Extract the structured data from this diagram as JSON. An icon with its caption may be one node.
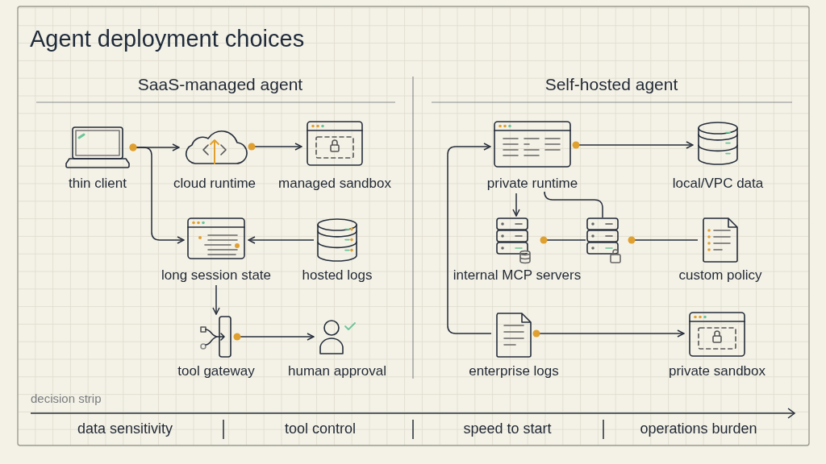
{
  "diagram": {
    "title": "Agent deployment choices",
    "nodes": [
      {
        "text": [
          "thin client"
        ]
      },
      {
        "text": [
          "cloud runtime"
        ]
      },
      {
        "text": [
          "managed sandbox"
        ]
      },
      {
        "text": [
          "long session state"
        ]
      },
      {
        "text": [
          "hosted logs"
        ]
      },
      {
        "text": [
          "tool gateway"
        ]
      },
      {
        "text": [
          "human approval"
        ]
      },
      {
        "text": [
          "private runtime"
        ]
      },
      {
        "text": [
          "local/VPC data"
        ]
      },
      {
        "text": [
          "internal MCP servers"
        ]
      },
      {
        "text": [],
        "shape": "picture"
      },
      {
        "text": [
          "custom policy"
        ]
      },
      {
        "text": [
          "enterprise logs"
        ]
      },
      {
        "text": [
          "private sandbox"
        ]
      }
    ],
    "edges": [
      {
        "from": 0,
        "to": 1,
        "arrow": "to"
      },
      {
        "from": 0,
        "to": 3,
        "arrow": "to"
      },
      {
        "from": 1,
        "to": 2,
        "arrow": "to"
      },
      {
        "from": 4,
        "to": 3,
        "arrow": "to"
      },
      {
        "from": 3,
        "to": 5,
        "arrow": "to"
      },
      {
        "from": 5,
        "to": 6,
        "arrow": "to"
      },
      {
        "from": 7,
        "to": 8,
        "arrow": "to"
      },
      {
        "from": 7,
        "to": 9,
        "arrow": "to"
      },
      {
        "from": 10,
        "to": 7,
        "arrow": "none"
      },
      {
        "from": 10,
        "to": 9,
        "arrow": "other"
      },
      {
        "from": 11,
        "to": 10,
        "arrow": "other"
      },
      {
        "from": 12,
        "to": 7,
        "arrow": "to"
      },
      {
        "from": 12,
        "to": 13,
        "arrow": "to"
      }
    ],
    "labels": [
      "SaaS-managed agent",
      "Self-hosted agent",
      "decision strip",
      "data sensitivity",
      "tool control",
      "speed to start",
      "operations burden"
    ]
  }
}
